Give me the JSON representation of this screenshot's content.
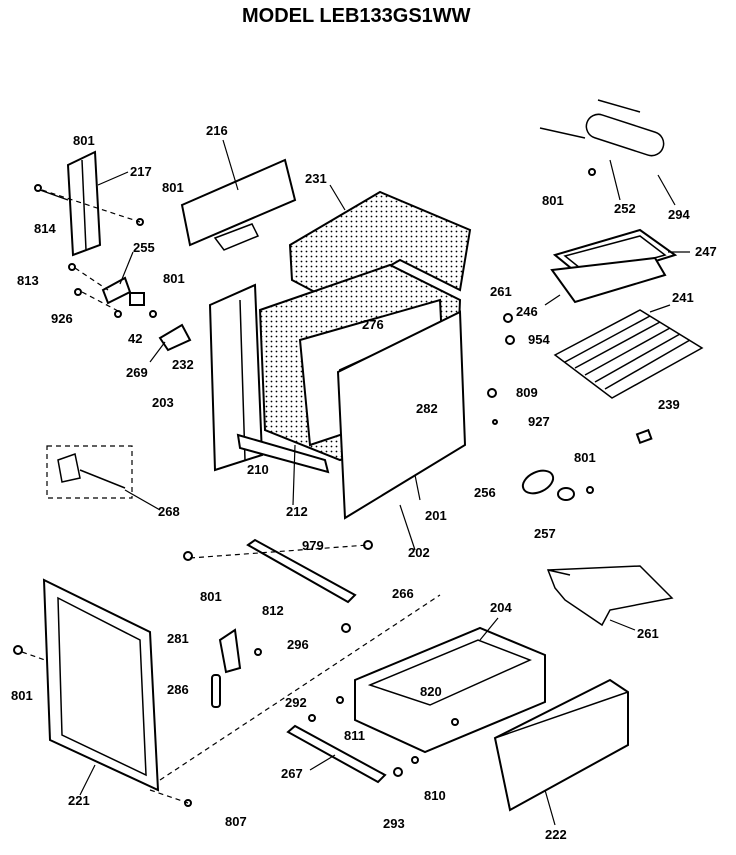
{
  "title": "MODEL LEB133GS1WW",
  "labels": {
    "l801a": "801",
    "l217": "217",
    "l216": "216",
    "l801b": "801",
    "l231": "231",
    "l814": "814",
    "l255": "255",
    "l813": "813",
    "l801c": "801",
    "l926": "926",
    "l42": "42",
    "l269": "269",
    "l232": "232",
    "l203": "203",
    "l276": "276",
    "l261a": "261",
    "l954": "954",
    "l801d": "801",
    "l252": "252",
    "l294": "294",
    "l247": "247",
    "l246": "246",
    "l241": "241",
    "l809": "809",
    "l282": "282",
    "l927": "927",
    "l239": "239",
    "l210": "210",
    "l212": "212",
    "l201": "201",
    "l268": "268",
    "l801e": "801",
    "l256": "256",
    "l257": "257",
    "l979": "979",
    "l202": "202",
    "l801f": "801",
    "l266": "266",
    "l204": "204",
    "l812": "812",
    "l261b": "261",
    "l281": "281",
    "l296": "296",
    "l801g": "801",
    "l286": "286",
    "l292": "292",
    "l820": "820",
    "l811": "811",
    "l267": "267",
    "l810": "810",
    "l221": "221",
    "l293": "293",
    "l807": "807",
    "l222": "222"
  }
}
